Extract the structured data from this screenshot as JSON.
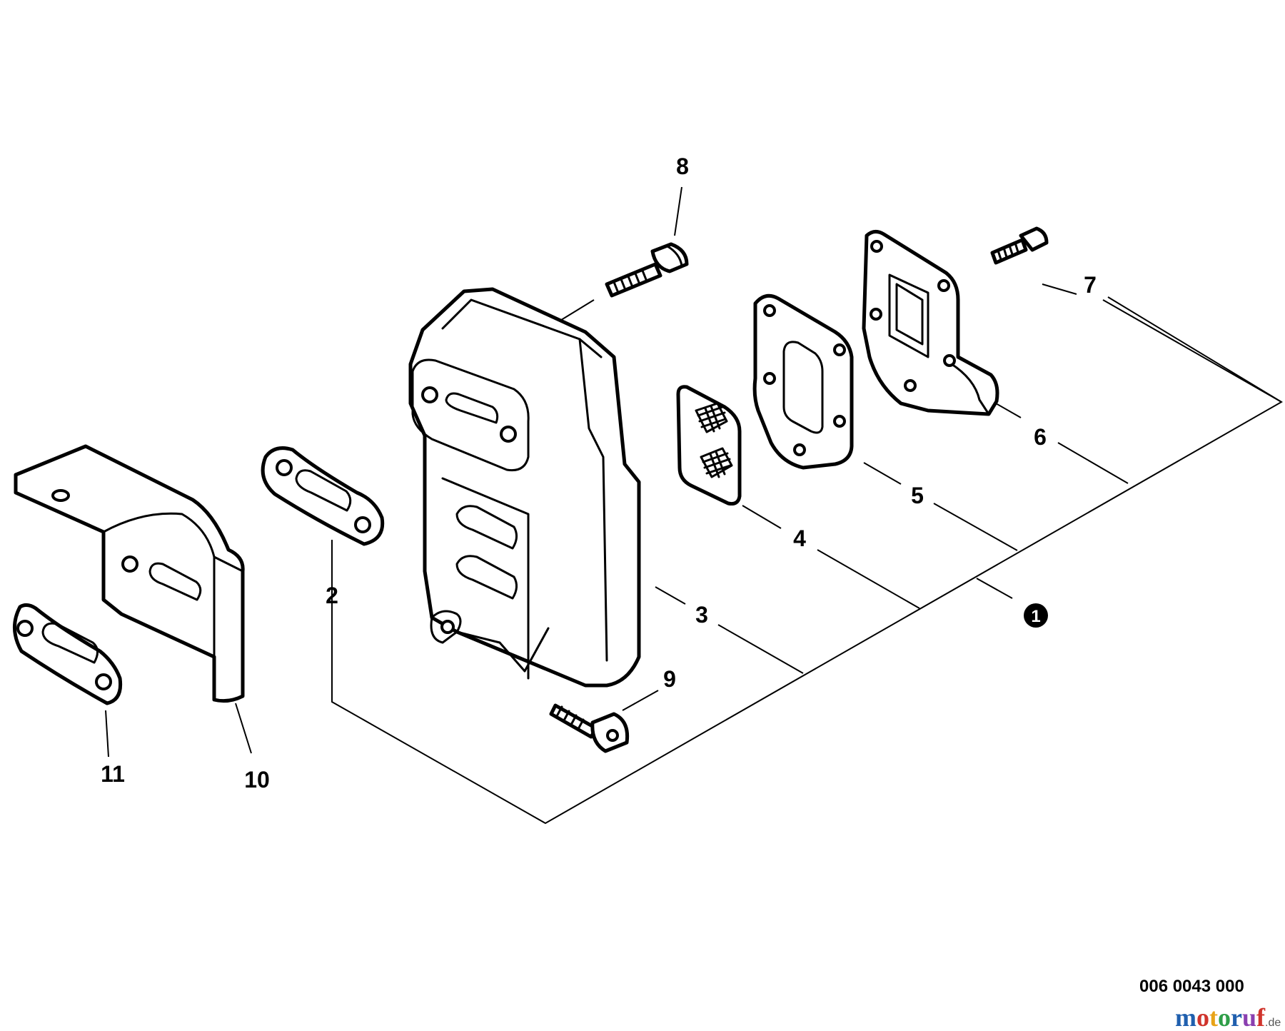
{
  "diagram": {
    "callouts": {
      "p1": "1",
      "p2": "2",
      "p3": "3",
      "p4": "4",
      "p5": "5",
      "p6": "6",
      "p7": "7",
      "p8": "8",
      "p9": "9",
      "p10": "10",
      "p11": "11"
    },
    "drawing_number": "006 0043 000",
    "watermark": {
      "name": "motoruf",
      "suffix": ".de",
      "colors": [
        "#1f5fae",
        "#d0342c",
        "#e8a317",
        "#2e9e48",
        "#1f5fae",
        "#8a3fb0",
        "#d0342c"
      ]
    }
  }
}
